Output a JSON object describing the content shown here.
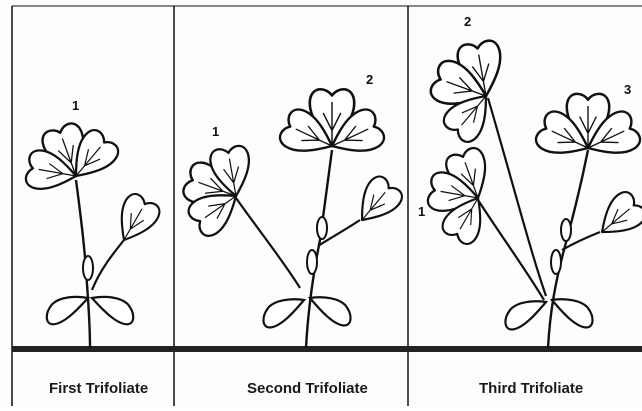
{
  "panels": [
    {
      "caption": "First Trifoliate",
      "leaf_numbers": [
        "1"
      ]
    },
    {
      "caption": "Second Trifoliate",
      "leaf_numbers": [
        "1",
        "2"
      ]
    },
    {
      "caption": "Third Trifoliate",
      "leaf_numbers": [
        "2",
        "3",
        "1"
      ]
    }
  ],
  "colors": {
    "ink": "#111111",
    "ground": "#222222",
    "background": "#fdfdfb"
  }
}
